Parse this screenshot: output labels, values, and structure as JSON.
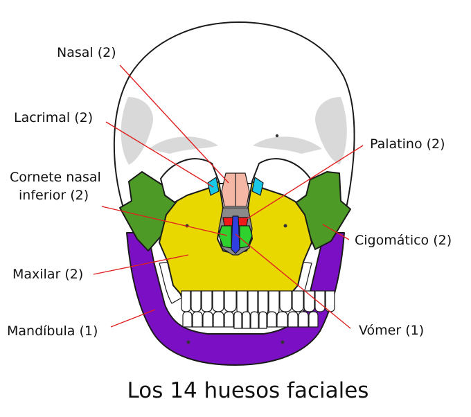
{
  "caption": "Los 14 huesos faciales",
  "labels": {
    "nasal": "Nasal (2)",
    "lacrimal": "Lacrimal (2)",
    "cornete_line1": "Cornete nasal",
    "cornete_line2": "inferior (2)",
    "maxilar": "Maxilar (2)",
    "mandibula": "Mandíbula (1)",
    "palatino": "Palatino (2)",
    "cigomatico": "Cigomático (2)",
    "vomer": "Vómer (1)"
  },
  "colors": {
    "cranium": "#ffffff",
    "cranium_shade": "#d9d9d9",
    "mandible": "#7a0fc4",
    "maxilla": "#e8d800",
    "zygomatic": "#4e9a26",
    "nasal": "#f5b7a5",
    "lacrimal": "#19c7e6",
    "palatine": "#f01818",
    "vomer": "#2e3ee0",
    "inferior_concha": "#2fd12f",
    "nasal_cavity": "#8a8a8a",
    "teeth": "#ffffff",
    "leader_line": "#e02020"
  }
}
